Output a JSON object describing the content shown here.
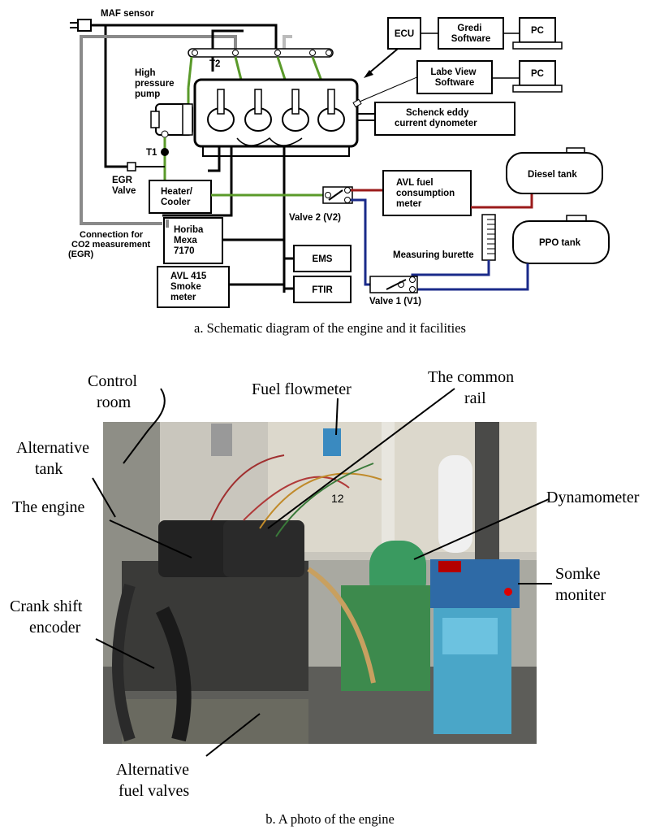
{
  "schematic": {
    "maf_sensor": "MAF sensor",
    "ecu": "ECU",
    "gredi_software": [
      "Gredi",
      "Software"
    ],
    "pc_top": "PC",
    "labview_software": [
      "Labe View",
      "Software"
    ],
    "pc_mid": "PC",
    "t2": "T2",
    "high_pressure_pump": [
      "High",
      "pressure",
      "pump"
    ],
    "schenck": [
      "Schenck eddy",
      "current dynometer"
    ],
    "t1": "T1",
    "egr_valve": [
      "EGR",
      "Valve"
    ],
    "heater_cooler": [
      "Heater/",
      "Cooler"
    ],
    "diesel_tank": "Diesel tank",
    "avl_fuel_meter": [
      "AVL fuel",
      "consumption",
      "meter"
    ],
    "valve2": "Valve 2 (V2)",
    "connection_co2": [
      "Connection for",
      "CO2 measurement",
      "(EGR)"
    ],
    "horiba": [
      "Horiba",
      "Mexa",
      "7170"
    ],
    "ppo_tank": "PPO tank",
    "measuring_burette": "Measuring burette",
    "ems": "EMS",
    "avl_smoke": [
      "AVL 415",
      "Smoke",
      "meter"
    ],
    "ftir": "FTIR",
    "valve1": "Valve 1 (V1)",
    "caption": "a. Schematic diagram of the engine and it facilities"
  },
  "photo": {
    "labels": {
      "control_room": [
        "Control",
        "room"
      ],
      "fuel_flowmeter": "Fuel flowmeter",
      "common_rail": [
        "The common",
        "rail"
      ],
      "alternative_tank": [
        "Alternative",
        "tank"
      ],
      "the_engine": "The engine",
      "dynamometer": "Dynamometer",
      "smoke_monitor": [
        "Somke",
        "moniter"
      ],
      "crank_shaft_encoder": [
        "Crank shift",
        "encoder"
      ],
      "alternative_fuel_valves": [
        "Alternative",
        "fuel valves"
      ]
    },
    "in_photo_number": "12",
    "caption": "b. A photo of the engine"
  },
  "colors": {
    "green_line": "#5a9a2a",
    "red_line": "#9b1b1b",
    "blue_line": "#1a2a8a",
    "gray_line": "#8a8a8a",
    "teal_machine": "#3a9a60",
    "blue_cabinet": "#4aa6c8"
  }
}
